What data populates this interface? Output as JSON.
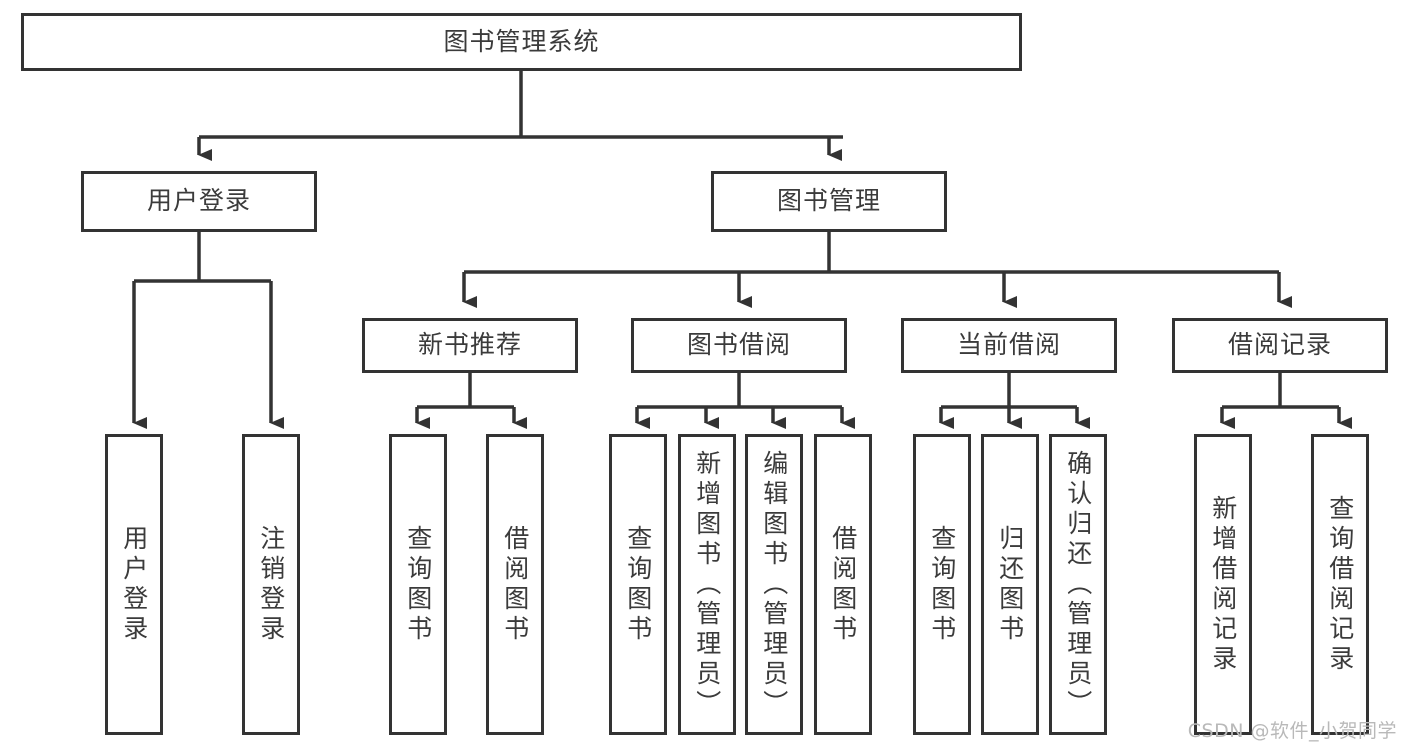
{
  "diagram": {
    "title": "图书管理系统",
    "watermark": "CSDN @软件_小贺同学",
    "colors": {
      "stroke": "#333333",
      "box_fill": "#ffffff",
      "text": "#3b3b3b",
      "watermark": "#b9b9b9",
      "background": "#ffffff"
    },
    "root": {
      "label": "图书管理系统"
    },
    "level2": [
      {
        "id": "user-login",
        "label": "用户登录"
      },
      {
        "id": "book-management",
        "label": "图书管理"
      }
    ],
    "level3": [
      {
        "id": "new-book-recommend",
        "label": "新书推荐",
        "parent": "book-management"
      },
      {
        "id": "book-borrow",
        "label": "图书借阅",
        "parent": "book-management"
      },
      {
        "id": "current-borrow",
        "label": "当前借阅",
        "parent": "book-management"
      },
      {
        "id": "borrow-record",
        "label": "借阅记录",
        "parent": "book-management"
      }
    ],
    "leaves": [
      {
        "id": "leaf-user-login",
        "label": "用户登录",
        "parent": "user-login"
      },
      {
        "id": "leaf-user-logout",
        "label": "注销登录",
        "parent": "user-login"
      },
      {
        "id": "leaf-query-book-1",
        "label": "查询图书",
        "parent": "new-book-recommend"
      },
      {
        "id": "leaf-borrow-book-1",
        "label": "借阅图书",
        "parent": "new-book-recommend"
      },
      {
        "id": "leaf-query-book-2",
        "label": "查询图书",
        "parent": "book-borrow"
      },
      {
        "id": "leaf-add-book",
        "label": "新增图书（管理员）",
        "parent": "book-borrow"
      },
      {
        "id": "leaf-edit-book",
        "label": "编辑图书（管理员）",
        "parent": "book-borrow"
      },
      {
        "id": "leaf-borrow-book-2",
        "label": "借阅图书",
        "parent": "book-borrow"
      },
      {
        "id": "leaf-query-book-3",
        "label": "查询图书",
        "parent": "current-borrow"
      },
      {
        "id": "leaf-return-book",
        "label": "归还图书",
        "parent": "current-borrow"
      },
      {
        "id": "leaf-confirm-return",
        "label": "确认归还（管理员）",
        "parent": "current-borrow"
      },
      {
        "id": "leaf-add-record",
        "label": "新增借阅记录",
        "parent": "borrow-record"
      },
      {
        "id": "leaf-query-record",
        "label": "查询借阅记录",
        "parent": "borrow-record"
      }
    ]
  }
}
